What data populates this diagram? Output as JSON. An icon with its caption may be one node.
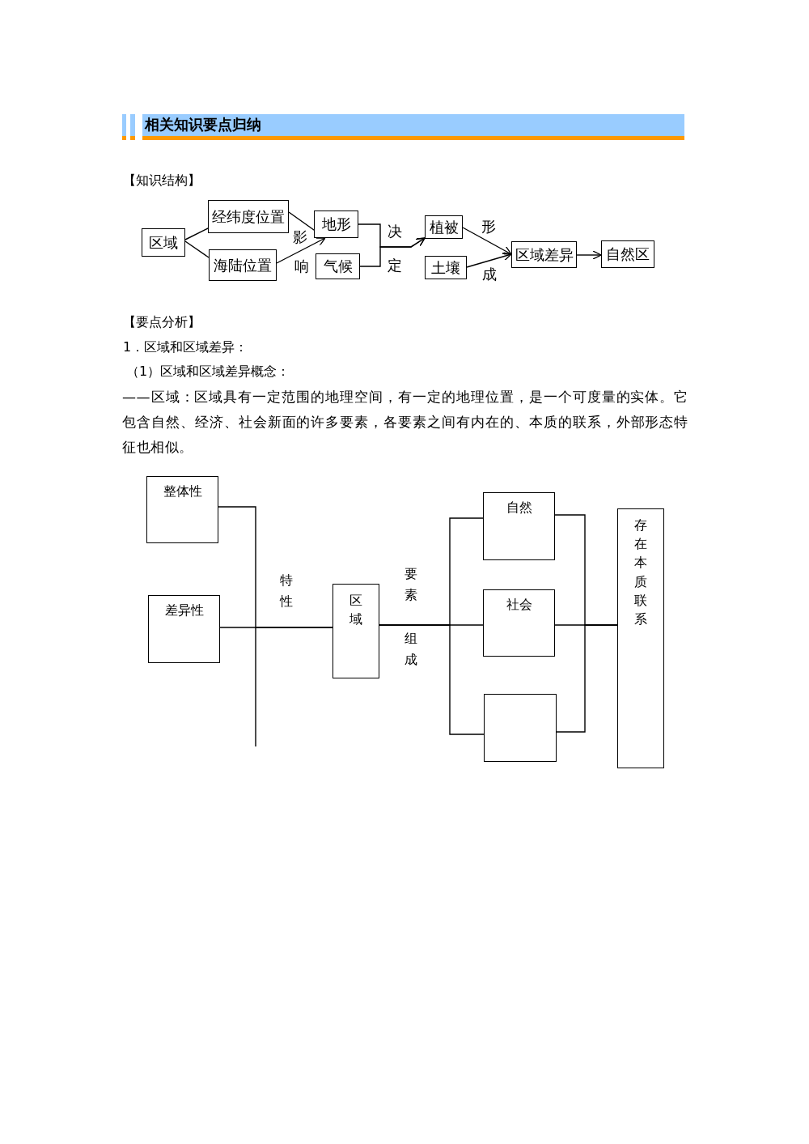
{
  "diagram": {
    "title": "相关知识要点归纳",
    "nodes": [
      {
        "text": [
          "区域"
        ]
      },
      {
        "text": [
          "经纬度位置"
        ]
      },
      {
        "text": [
          "海陆位置"
        ]
      },
      {
        "text": [
          "地形"
        ]
      },
      {
        "text": [
          "气候"
        ]
      },
      {
        "text": [
          "植被"
        ]
      },
      {
        "text": [
          "土壤"
        ]
      },
      {
        "text": [
          "区域差异"
        ]
      },
      {
        "text": [
          "自然区"
        ]
      },
      {
        "text": [
          "整体性"
        ]
      },
      {
        "text": [
          "差异性"
        ]
      },
      {
        "text": [
          "区域"
        ]
      },
      {
        "text": [
          "自然"
        ]
      },
      {
        "text": [
          "社会"
        ]
      },
      {
        "text": [],
        "shape": "box"
      },
      {
        "text": [
          "存在本质联系"
        ]
      }
    ],
    "edges": [
      {
        "from": 0,
        "to": 1,
        "arrow": "none"
      },
      {
        "from": 0,
        "to": 2,
        "arrow": "none"
      },
      {
        "from": 1,
        "to": 3,
        "arrow": "to"
      },
      {
        "from": 2,
        "to": 3,
        "arrow": "to"
      },
      {
        "from": 3,
        "to": 5,
        "arrow": "to"
      },
      {
        "from": 4,
        "to": 5,
        "arrow": "to"
      },
      {
        "from": 5,
        "to": 7,
        "arrow": "to"
      },
      {
        "from": 6,
        "to": 7,
        "arrow": "to"
      },
      {
        "from": 7,
        "to": 8,
        "arrow": "to"
      },
      {
        "from": 9,
        "to": 11,
        "arrow": "none"
      },
      {
        "from": 10,
        "to": 11,
        "arrow": "none"
      },
      {
        "from": 11,
        "to": 12,
        "arrow": "none"
      },
      {
        "from": 11,
        "to": 13,
        "arrow": "none"
      },
      {
        "from": 11,
        "to": 14,
        "arrow": "none"
      },
      {
        "from": 12,
        "to": 15,
        "arrow": "none"
      },
      {
        "from": 13,
        "to": 15,
        "arrow": "none"
      },
      {
        "from": 14,
        "to": 15,
        "arrow": "none"
      }
    ],
    "labels": [
      "【知识结构】",
      "影",
      "响",
      "决",
      "定",
      "形",
      "成",
      "【要点分析】",
      "1．区域和区域差异：",
      "（1）区域和区域差异概念：",
      "——区域：区域具有一定范围的地理空间，有一定的地理位置，是一个可度量的实体。它包含自然、经济、社会新面的许多要素，各要素之间有内在的、本质的联系，外部形态特征也相似。",
      "特性",
      "要素",
      "组成"
    ]
  }
}
